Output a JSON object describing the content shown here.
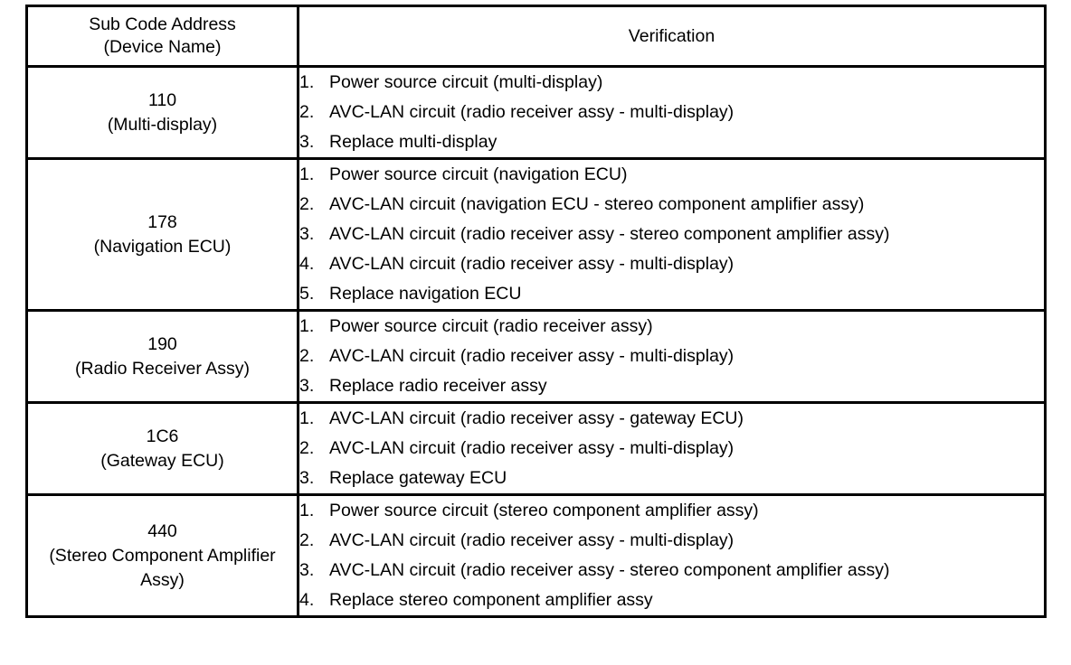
{
  "table": {
    "headers": {
      "code_column": [
        "Sub Code Address",
        "(Device Name)"
      ],
      "verification_column": "Verification"
    },
    "rows": [
      {
        "code": "110",
        "device_name": "(Multi-display)",
        "verification": [
          {
            "num": "1.",
            "text": "Power source circuit (multi-display)"
          },
          {
            "num": "2.",
            "text": "AVC-LAN circuit (radio receiver assy - multi-display)"
          },
          {
            "num": "3.",
            "text": "Replace multi-display"
          }
        ]
      },
      {
        "code": "178",
        "device_name": "(Navigation ECU)",
        "verification": [
          {
            "num": "1.",
            "text": "Power source circuit (navigation ECU)"
          },
          {
            "num": "2.",
            "text": "AVC-LAN circuit (navigation ECU - stereo component amplifier assy)"
          },
          {
            "num": "3.",
            "text": "AVC-LAN circuit (radio receiver assy - stereo component amplifier assy)"
          },
          {
            "num": "4.",
            "text": "AVC-LAN circuit (radio receiver assy - multi-display)"
          },
          {
            "num": "5.",
            "text": "Replace navigation ECU"
          }
        ]
      },
      {
        "code": "190",
        "device_name": "(Radio Receiver Assy)",
        "verification": [
          {
            "num": "1.",
            "text": "Power source circuit (radio receiver assy)"
          },
          {
            "num": "2.",
            "text": "AVC-LAN circuit (radio receiver assy - multi-display)"
          },
          {
            "num": "3.",
            "text": "Replace radio receiver assy"
          }
        ]
      },
      {
        "code": "1C6",
        "device_name": "(Gateway ECU)",
        "verification": [
          {
            "num": "1.",
            "text": "AVC-LAN circuit (radio receiver assy - gateway ECU)"
          },
          {
            "num": "2.",
            "text": "AVC-LAN circuit (radio receiver assy - multi-display)"
          },
          {
            "num": "3.",
            "text": "Replace gateway ECU"
          }
        ]
      },
      {
        "code": "440",
        "device_name": "(Stereo Component Amplifier",
        "device_name_line2": "Assy)",
        "verification": [
          {
            "num": "1.",
            "text": "Power source circuit (stereo component amplifier assy)"
          },
          {
            "num": "2.",
            "text": "AVC-LAN circuit (radio receiver assy - multi-display)"
          },
          {
            "num": "3.",
            "text": "AVC-LAN circuit (radio receiver assy - stereo component amplifier assy)"
          },
          {
            "num": "4.",
            "text": "Replace stereo component amplifier assy"
          }
        ]
      }
    ]
  },
  "colors": {
    "background": "#ffffff",
    "text": "#000000",
    "border": "#000000"
  }
}
